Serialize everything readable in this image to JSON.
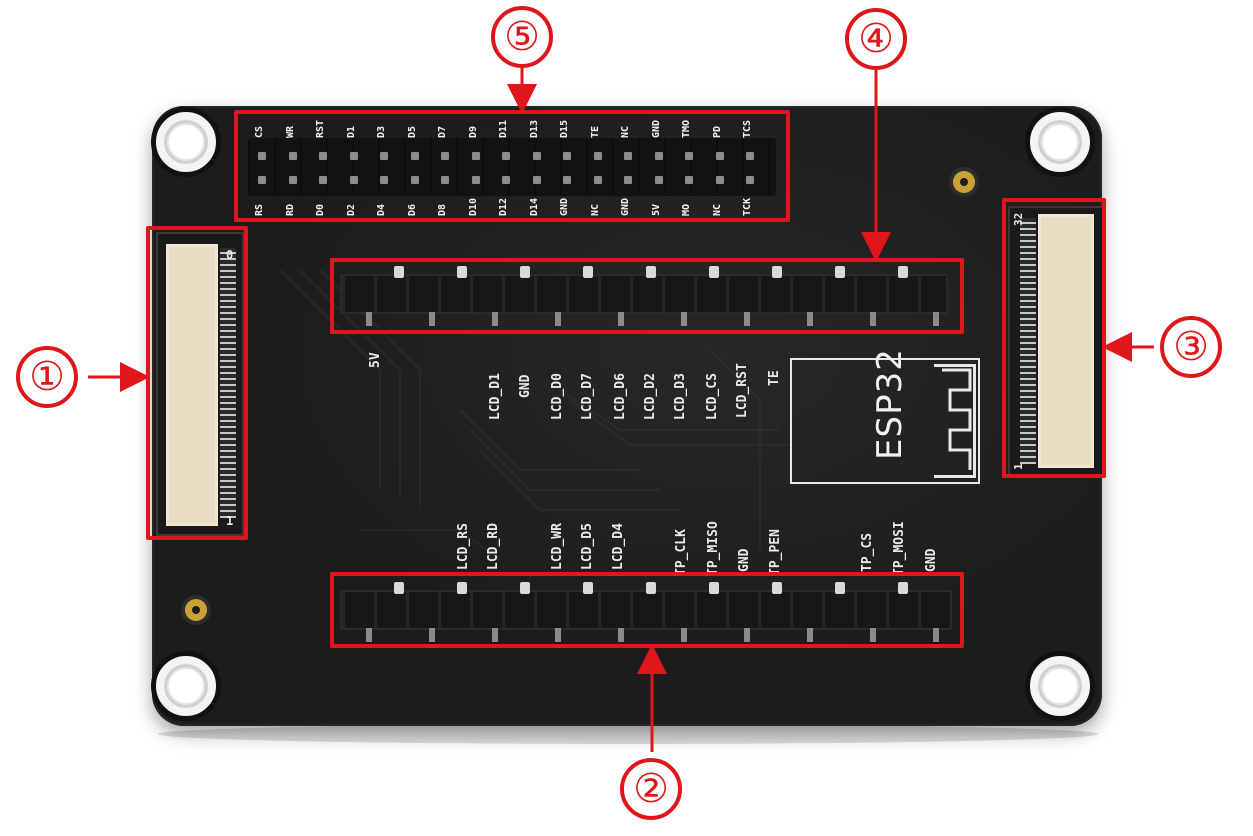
{
  "board": {
    "top_header_labels_upper": [
      "CS",
      "WR",
      "RST",
      "D1",
      "D3",
      "D5",
      "D7",
      "D9",
      "D11",
      "D13",
      "D15",
      "TE",
      "NC",
      "GND",
      "TMO",
      "PD",
      "TCS"
    ],
    "top_header_labels_lower": [
      "RS",
      "RD",
      "D0",
      "D2",
      "D4",
      "D6",
      "D8",
      "D10",
      "D12",
      "D14",
      "GND",
      "NC",
      "GND",
      "5V",
      "MO",
      "NC",
      "TCK"
    ],
    "mid_header_labels": [
      "5V",
      "LCD_D1",
      "GND",
      "LCD_D0",
      "LCD_D7",
      "LCD_D6",
      "LCD_D2",
      "LCD_D3",
      "LCD_CS",
      "LCD_RST",
      "TE"
    ],
    "bottom_header_labels": [
      "LCD_RS",
      "LCD_RD",
      "LCD_WR",
      "LCD_D5",
      "LCD_D4",
      "TP_CLK",
      "TP_MISO",
      "GND",
      "TP_PEN",
      "TP_CS",
      "TP_MOSI",
      "GND"
    ],
    "left_fpc_pin_start": "0",
    "left_fpc_pin_end": "1",
    "right_fpc_pin_start": "32",
    "right_fpc_pin_end": "1",
    "module_label": "ESP32"
  },
  "callouts": [
    {
      "id": "callout-1",
      "label": "①"
    },
    {
      "id": "callout-2",
      "label": "②"
    },
    {
      "id": "callout-3",
      "label": "③"
    },
    {
      "id": "callout-4",
      "label": "④"
    },
    {
      "id": "callout-5",
      "label": "⑤"
    }
  ],
  "colors": {
    "annotation": "#e0161b",
    "pcb": "#1c1c1c",
    "silkscreen": "#eaeaea",
    "connector_body": "#e9dcc4"
  }
}
